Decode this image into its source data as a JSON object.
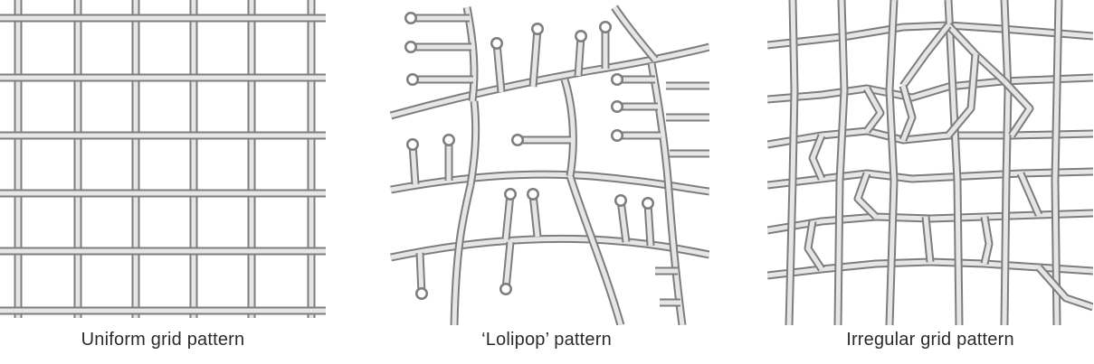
{
  "panels": [
    {
      "caption": "Uniform grid pattern"
    },
    {
      "caption": "‘Lolipop’ pattern"
    },
    {
      "caption": "Irregular grid pattern"
    }
  ],
  "colors": {
    "road_edge": "#7d7d7d",
    "road_fill": "#e6e6e6",
    "background": "#ffffff",
    "caption_text": "#2b2b2b"
  }
}
